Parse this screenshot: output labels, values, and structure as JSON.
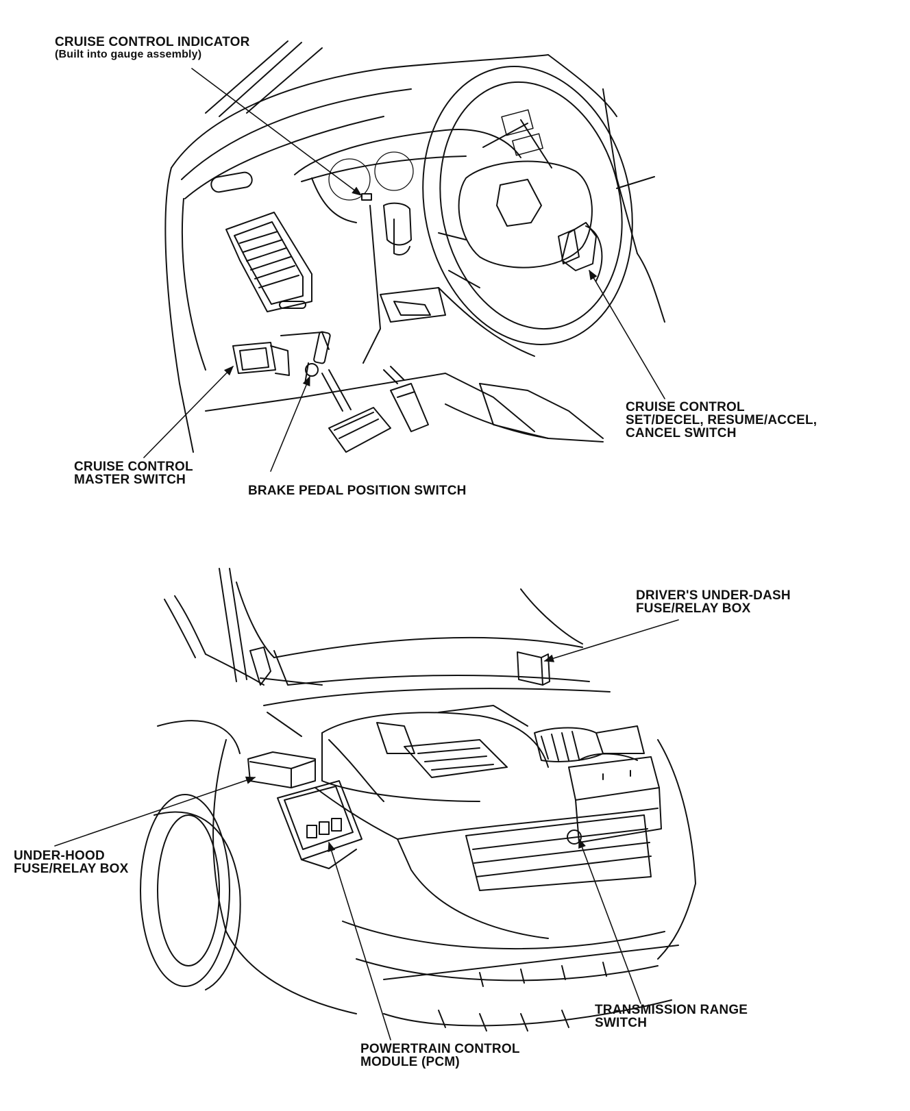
{
  "labels": {
    "cruise_indicator": {
      "line1": "CRUISE CONTROL INDICATOR",
      "line2": "(Built into gauge assembly)"
    },
    "cruise_switch": {
      "line1": "CRUISE CONTROL",
      "line2": "SET/DECEL, RESUME/ACCEL,",
      "line3": "CANCEL SWITCH"
    },
    "master_switch": {
      "line1": "CRUISE CONTROL",
      "line2": "MASTER SWITCH"
    },
    "brake_switch": {
      "line1": "BRAKE PEDAL POSITION SWITCH"
    },
    "under_dash_box": {
      "line1": "DRIVER'S UNDER-DASH",
      "line2": "FUSE/RELAY BOX"
    },
    "under_hood_box": {
      "line1": "UNDER-HOOD",
      "line2": "FUSE/RELAY BOX"
    },
    "pcm": {
      "line1": "POWERTRAIN CONTROL",
      "line2": "MODULE (PCM)"
    },
    "trans_range": {
      "line1": "TRANSMISSION RANGE",
      "line2": "SWITCH"
    }
  },
  "colors": {
    "ink": "#111111",
    "paper": "#ffffff"
  }
}
